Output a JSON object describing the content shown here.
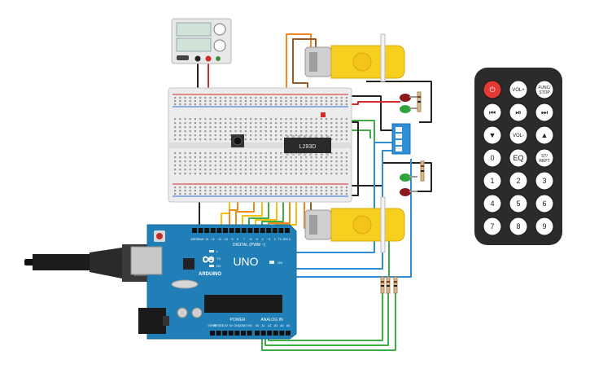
{
  "chip": {
    "label": "L293D"
  },
  "arduino": {
    "logo": "∞",
    "brand": "ARDUINO",
    "model": "UNO",
    "digital_label": "DIGITAL (PWM ~)",
    "power_label": "POWER",
    "analog_label": "ANALOG IN",
    "led_labels": [
      "L",
      "TX",
      "RX"
    ],
    "on_label": "ON",
    "pin_labels_top": [
      "AREF",
      "GND",
      "13",
      "12",
      "~11",
      "~10",
      "~9",
      "8",
      "7",
      "~6",
      "~5",
      "4",
      "~3",
      "2",
      "TX 1",
      "RX 0"
    ],
    "pin_labels_power": [
      "IOREF",
      "RESET",
      "3.3V",
      "5V",
      "GND",
      "GND",
      "VIN"
    ],
    "pin_labels_analog": [
      "A0",
      "A1",
      "A2",
      "A3",
      "A4",
      "A5"
    ]
  },
  "remote": {
    "buttons": [
      {
        "label": "⏻",
        "name": "power"
      },
      {
        "label": "VOL+",
        "name": "vol-up"
      },
      {
        "label": "FUNC/ STOP",
        "name": "func-stop"
      },
      {
        "label": "⏮",
        "name": "prev"
      },
      {
        "label": "⏯",
        "name": "play-pause"
      },
      {
        "label": "⏭",
        "name": "next"
      },
      {
        "label": "▼",
        "name": "down"
      },
      {
        "label": "VOL-",
        "name": "vol-down"
      },
      {
        "label": "▲",
        "name": "up"
      },
      {
        "label": "0",
        "name": "digit-0"
      },
      {
        "label": "EQ",
        "name": "eq"
      },
      {
        "label": "ST/ REPT",
        "name": "st-rept"
      },
      {
        "label": "1",
        "name": "digit-1"
      },
      {
        "label": "2",
        "name": "digit-2"
      },
      {
        "label": "3",
        "name": "digit-3"
      },
      {
        "label": "4",
        "name": "digit-4"
      },
      {
        "label": "5",
        "name": "digit-5"
      },
      {
        "label": "6",
        "name": "digit-6"
      },
      {
        "label": "7",
        "name": "digit-7"
      },
      {
        "label": "8",
        "name": "digit-8"
      },
      {
        "label": "9",
        "name": "digit-9"
      }
    ]
  },
  "colors": {
    "board": "#1f7fb6",
    "motor_yellow": "#f7cf1f",
    "remote_body": "#2b2b2b",
    "power_button": "#e53935",
    "wire_red": "#d42a2a",
    "wire_black": "#222222",
    "wire_yellow": "#f2c20e",
    "wire_orange": "#f08a1d",
    "wire_green": "#3fae49",
    "wire_blue": "#2f8fd6",
    "wire_brown": "#9a5a22"
  }
}
